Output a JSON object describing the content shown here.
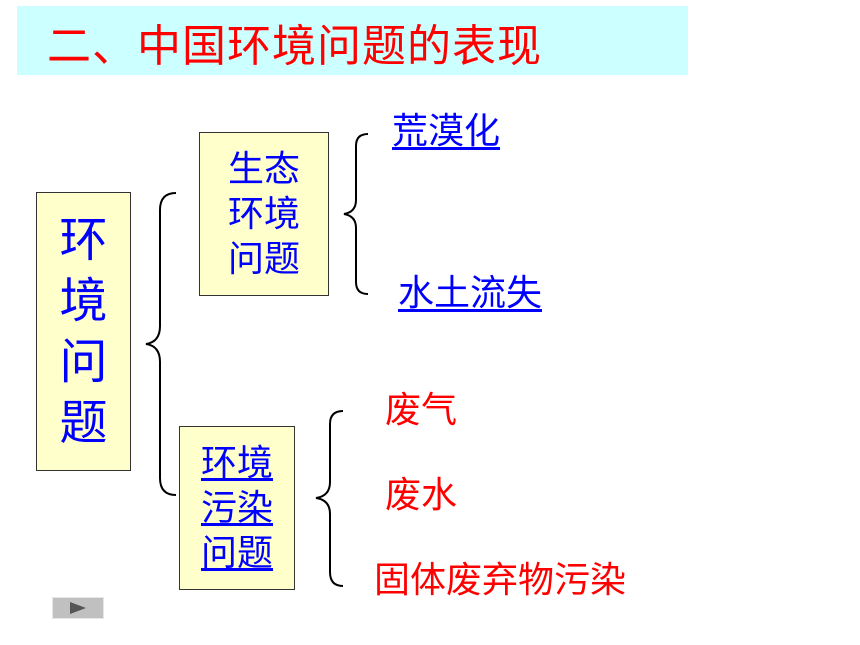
{
  "slide": {
    "title": "二、中国环境问题的表现"
  },
  "diagram": {
    "root": [
      "环",
      "境",
      "问",
      "题"
    ],
    "eco": {
      "lines": [
        "生态",
        "环境",
        "问题"
      ],
      "items": [
        "荒漠化",
        "水土流失"
      ]
    },
    "pollution": {
      "lines": [
        "环境",
        "污染",
        "问题"
      ],
      "items": [
        "废气",
        "废水",
        "固体废弃物污染"
      ]
    }
  },
  "colors": {
    "title_text": "#ff0000",
    "title_bg": "#ccffff",
    "box_bg": "#ffffcc",
    "box_text": "#0000ff",
    "link": "#0000ff",
    "pollutant_text": "#ff0000"
  },
  "controls": {
    "play_icon": "play-icon"
  }
}
